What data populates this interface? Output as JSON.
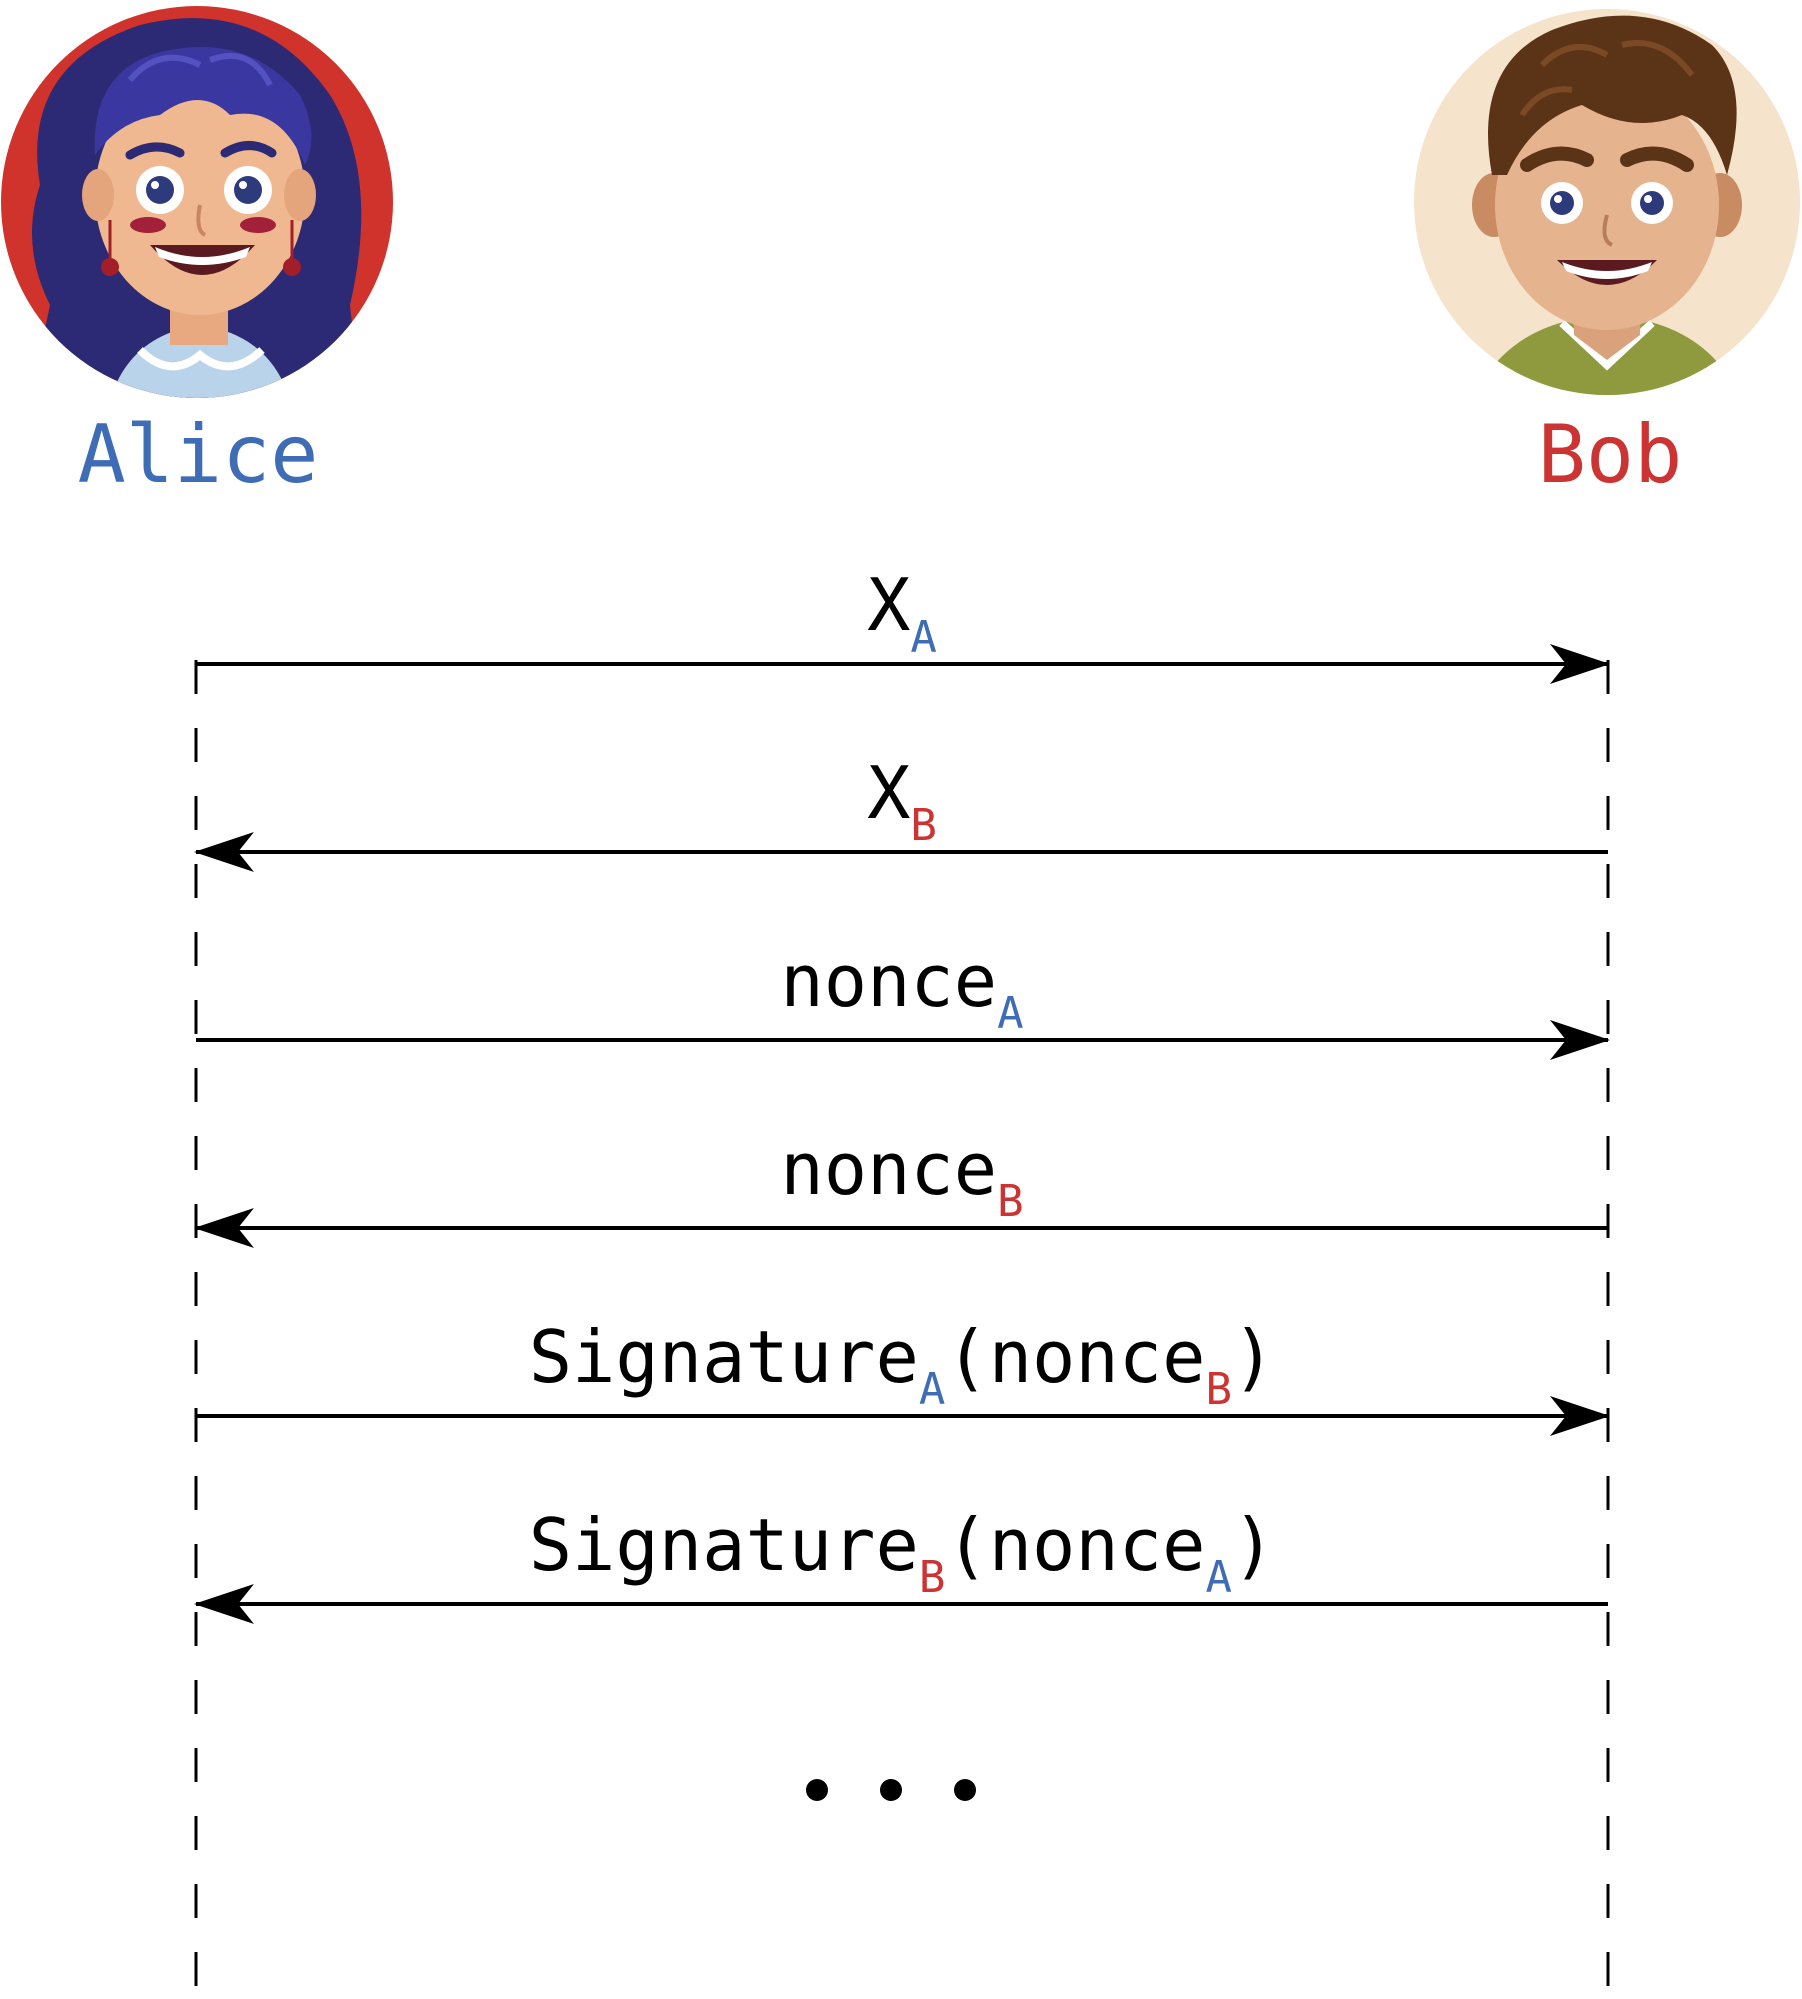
{
  "participants": {
    "alice": {
      "name": "Alice",
      "color": "#3e6db5",
      "avatar_icon": "girl-avatar-icon"
    },
    "bob": {
      "name": "Bob",
      "color": "#cc3333",
      "avatar_icon": "boy-avatar-icon"
    }
  },
  "messages": [
    {
      "direction": "right",
      "parts": [
        {
          "text": "X"
        },
        {
          "sub": "A",
          "owner": "alice"
        }
      ]
    },
    {
      "direction": "left",
      "parts": [
        {
          "text": "X"
        },
        {
          "sub": "B",
          "owner": "bob"
        }
      ]
    },
    {
      "direction": "right",
      "parts": [
        {
          "text": "nonce"
        },
        {
          "sub": "A",
          "owner": "alice"
        }
      ]
    },
    {
      "direction": "left",
      "parts": [
        {
          "text": "nonce"
        },
        {
          "sub": "B",
          "owner": "bob"
        }
      ]
    },
    {
      "direction": "right",
      "parts": [
        {
          "text": "Signature"
        },
        {
          "sub": "A",
          "owner": "alice"
        },
        {
          "text": "(nonce"
        },
        {
          "sub": "B",
          "owner": "bob"
        },
        {
          "text": ")"
        }
      ]
    },
    {
      "direction": "left",
      "parts": [
        {
          "text": "Signature"
        },
        {
          "sub": "B",
          "owner": "bob"
        },
        {
          "text": "(nonce"
        },
        {
          "sub": "A",
          "owner": "alice"
        },
        {
          "text": ")"
        }
      ]
    }
  ],
  "continuation": "..."
}
